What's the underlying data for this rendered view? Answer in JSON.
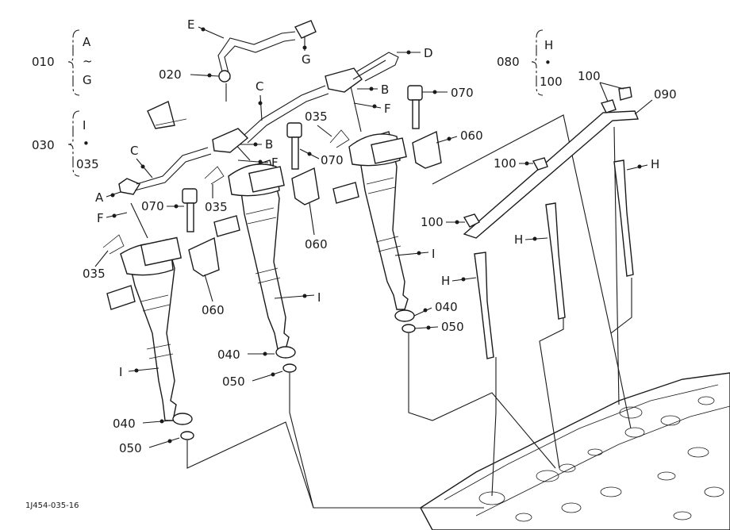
{
  "figure_code": "1J454-035-16",
  "groups": {
    "g010": {
      "code": "010",
      "top": "A",
      "mid": "~",
      "bottom": "G"
    },
    "g030": {
      "code": "030",
      "top": "I",
      "mid": "•",
      "bottom": "035"
    },
    "g080": {
      "code": "080",
      "top": "H",
      "mid": "•",
      "bottom": "100"
    }
  },
  "callouts": {
    "E": "E",
    "G": "G",
    "D": "D",
    "c020": "020",
    "C1": "C",
    "C2": "C",
    "B1": "B",
    "B2": "B",
    "F1": "F",
    "F2": "F",
    "F3": "F",
    "A": "A",
    "c070a": "070",
    "c070b": "070",
    "c070c": "070",
    "c035a": "035",
    "c035b": "035",
    "c035c": "035",
    "c060a": "060",
    "c060b": "060",
    "c060c": "060",
    "I1": "I",
    "I2": "I",
    "I3": "I",
    "c040a": "040",
    "c040b": "040",
    "c040c": "040",
    "c050a": "050",
    "c050b": "050",
    "c050c": "050",
    "c100a": "100",
    "c100b": "100",
    "c100c": "100",
    "c090": "090",
    "H1": "H",
    "H2": "H",
    "H3": "H"
  }
}
